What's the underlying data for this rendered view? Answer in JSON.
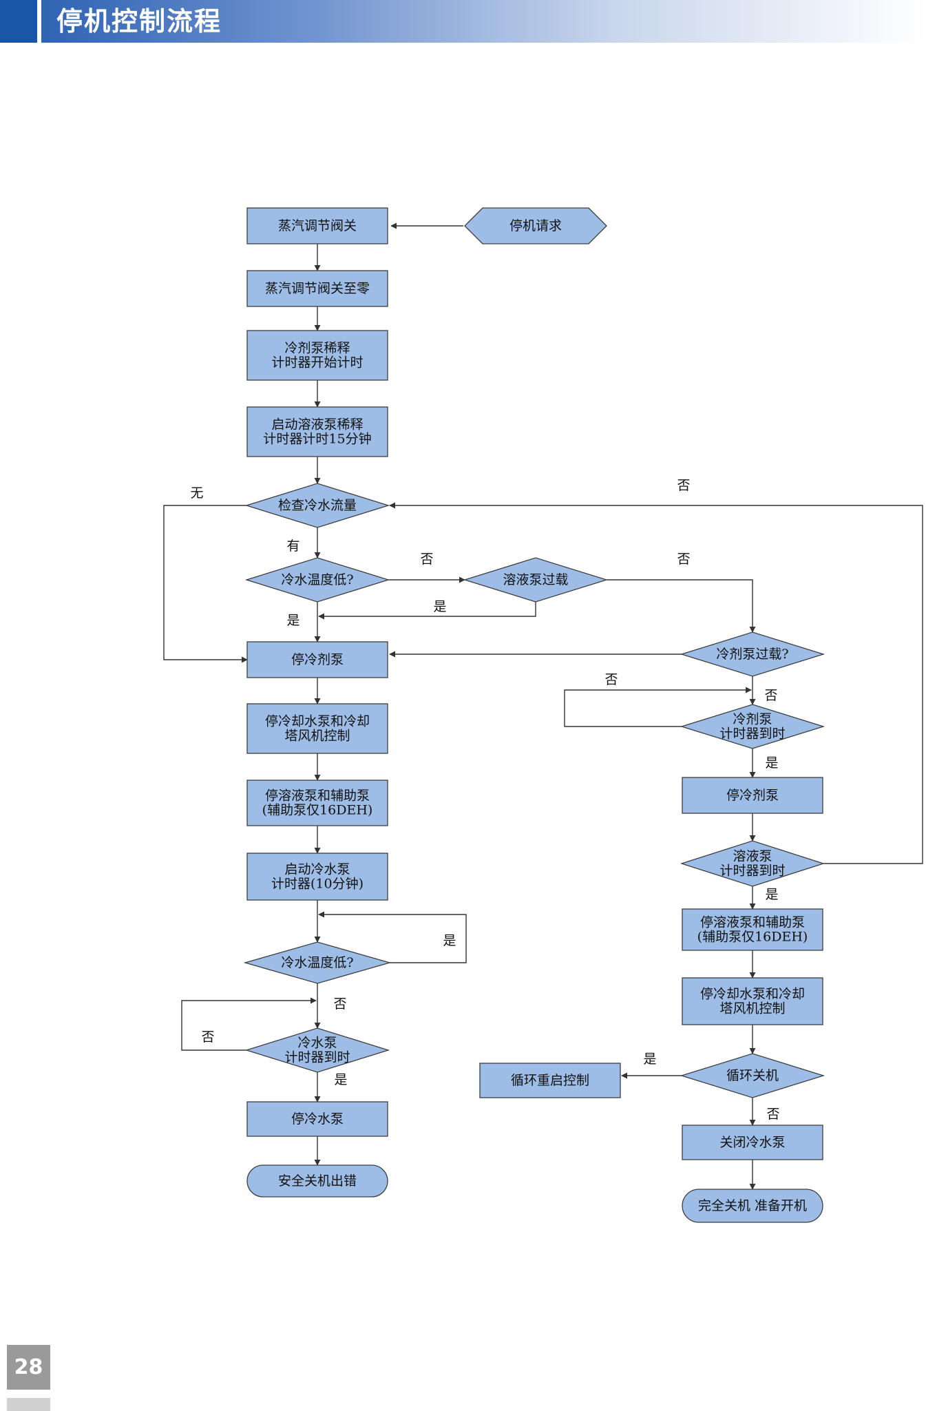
{
  "header": {
    "title": "停机控制流程"
  },
  "page_number": "28",
  "colors": {
    "node_fill": "#9dbde6",
    "node_stroke": "#3d3d3d",
    "line": "#333333",
    "header_accent": "#1a56a8"
  },
  "nodes": [
    {
      "id": "steam_valve_close",
      "shape": "rect",
      "lines": [
        "蒸汽调节阀关"
      ]
    },
    {
      "id": "shutdown_request",
      "shape": "hex",
      "lines": [
        "停机请求"
      ]
    },
    {
      "id": "steam_valve_zero",
      "shape": "rect",
      "lines": [
        "蒸汽调节阀关至零"
      ]
    },
    {
      "id": "refrigerant_pump_dilution",
      "shape": "rect",
      "lines": [
        "冷剂泵稀释",
        "计时器开始计时"
      ]
    },
    {
      "id": "solution_pump_dilution",
      "shape": "rect",
      "lines": [
        "启动溶液泵稀释",
        "计时器计时15分钟"
      ]
    },
    {
      "id": "check_chilled_flow",
      "shape": "diamond",
      "lines": [
        "检查冷水流量"
      ]
    },
    {
      "id": "chilled_temp_low_1",
      "shape": "diamond",
      "lines": [
        "冷水温度低?"
      ]
    },
    {
      "id": "solution_pump_overload",
      "shape": "diamond",
      "lines": [
        "溶液泵过载"
      ]
    },
    {
      "id": "stop_refrigerant_pump_l",
      "shape": "rect",
      "lines": [
        "停冷剂泵"
      ]
    },
    {
      "id": "refrigerant_pump_overload",
      "shape": "diamond",
      "lines": [
        "冷剂泵过载?"
      ]
    },
    {
      "id": "stop_cooling_pump_l",
      "shape": "rect",
      "lines": [
        "停冷却水泵和冷却",
        "塔风机控制"
      ]
    },
    {
      "id": "refrigerant_timer",
      "shape": "diamond",
      "lines": [
        "冷剂泵",
        "计时器到时"
      ]
    },
    {
      "id": "stop_refrigerant_pump_r",
      "shape": "rect",
      "lines": [
        "停冷剂泵"
      ]
    },
    {
      "id": "stop_solution_pump_l",
      "shape": "rect",
      "lines": [
        "停溶液泵和辅助泵",
        "(辅助泵仅16DEH)"
      ]
    },
    {
      "id": "solution_timer",
      "shape": "diamond",
      "lines": [
        "溶液泵",
        "计时器到时"
      ]
    },
    {
      "id": "start_chilled_timer",
      "shape": "rect",
      "lines": [
        "启动冷水泵",
        "计时器(10分钟)"
      ]
    },
    {
      "id": "stop_solution_pump_r",
      "shape": "rect",
      "lines": [
        "停溶液泵和辅助泵",
        "(辅助泵仅16DEH)"
      ]
    },
    {
      "id": "chilled_temp_low_2",
      "shape": "diamond",
      "lines": [
        "冷水温度低?"
      ]
    },
    {
      "id": "stop_cooling_pump_r",
      "shape": "rect",
      "lines": [
        "停冷却水泵和冷却",
        "塔风机控制"
      ]
    },
    {
      "id": "chilled_pump_timer",
      "shape": "diamond",
      "lines": [
        "冷水泵",
        "计时器到时"
      ]
    },
    {
      "id": "cycle_restart",
      "shape": "rect",
      "lines": [
        "循环重启控制"
      ]
    },
    {
      "id": "cycle_shutdown",
      "shape": "diamond",
      "lines": [
        "循环关机"
      ]
    },
    {
      "id": "stop_chilled_pump",
      "shape": "rect",
      "lines": [
        "停冷水泵"
      ]
    },
    {
      "id": "close_chilled_pump",
      "shape": "rect",
      "lines": [
        "关闭冷水泵"
      ]
    },
    {
      "id": "safety_shutdown_error",
      "shape": "terminal",
      "lines": [
        "安全关机出错"
      ]
    },
    {
      "id": "full_shutdown_ready",
      "shape": "terminal",
      "lines": [
        "完全关机 准备开机"
      ]
    }
  ],
  "edge_labels": [
    {
      "id": "no_flow",
      "text": "无"
    },
    {
      "id": "has_flow",
      "text": "有"
    },
    {
      "id": "top_no",
      "text": "否"
    },
    {
      "id": "temp1_no",
      "text": "否"
    },
    {
      "id": "sol_overload_no",
      "text": "否"
    },
    {
      "id": "sol_overload_yes",
      "text": "是"
    },
    {
      "id": "temp1_yes",
      "text": "是"
    },
    {
      "id": "ref_timer_loop_no",
      "text": "否"
    },
    {
      "id": "ref_overload_no",
      "text": "否"
    },
    {
      "id": "ref_timer_yes",
      "text": "是"
    },
    {
      "id": "sol_timer_yes",
      "text": "是"
    },
    {
      "id": "temp2_yes",
      "text": "是"
    },
    {
      "id": "temp2_no",
      "text": "否"
    },
    {
      "id": "chilled_timer_no",
      "text": "否"
    },
    {
      "id": "chilled_timer_yes",
      "text": "是"
    },
    {
      "id": "cycle_yes",
      "text": "是"
    },
    {
      "id": "cycle_no",
      "text": "否"
    }
  ]
}
